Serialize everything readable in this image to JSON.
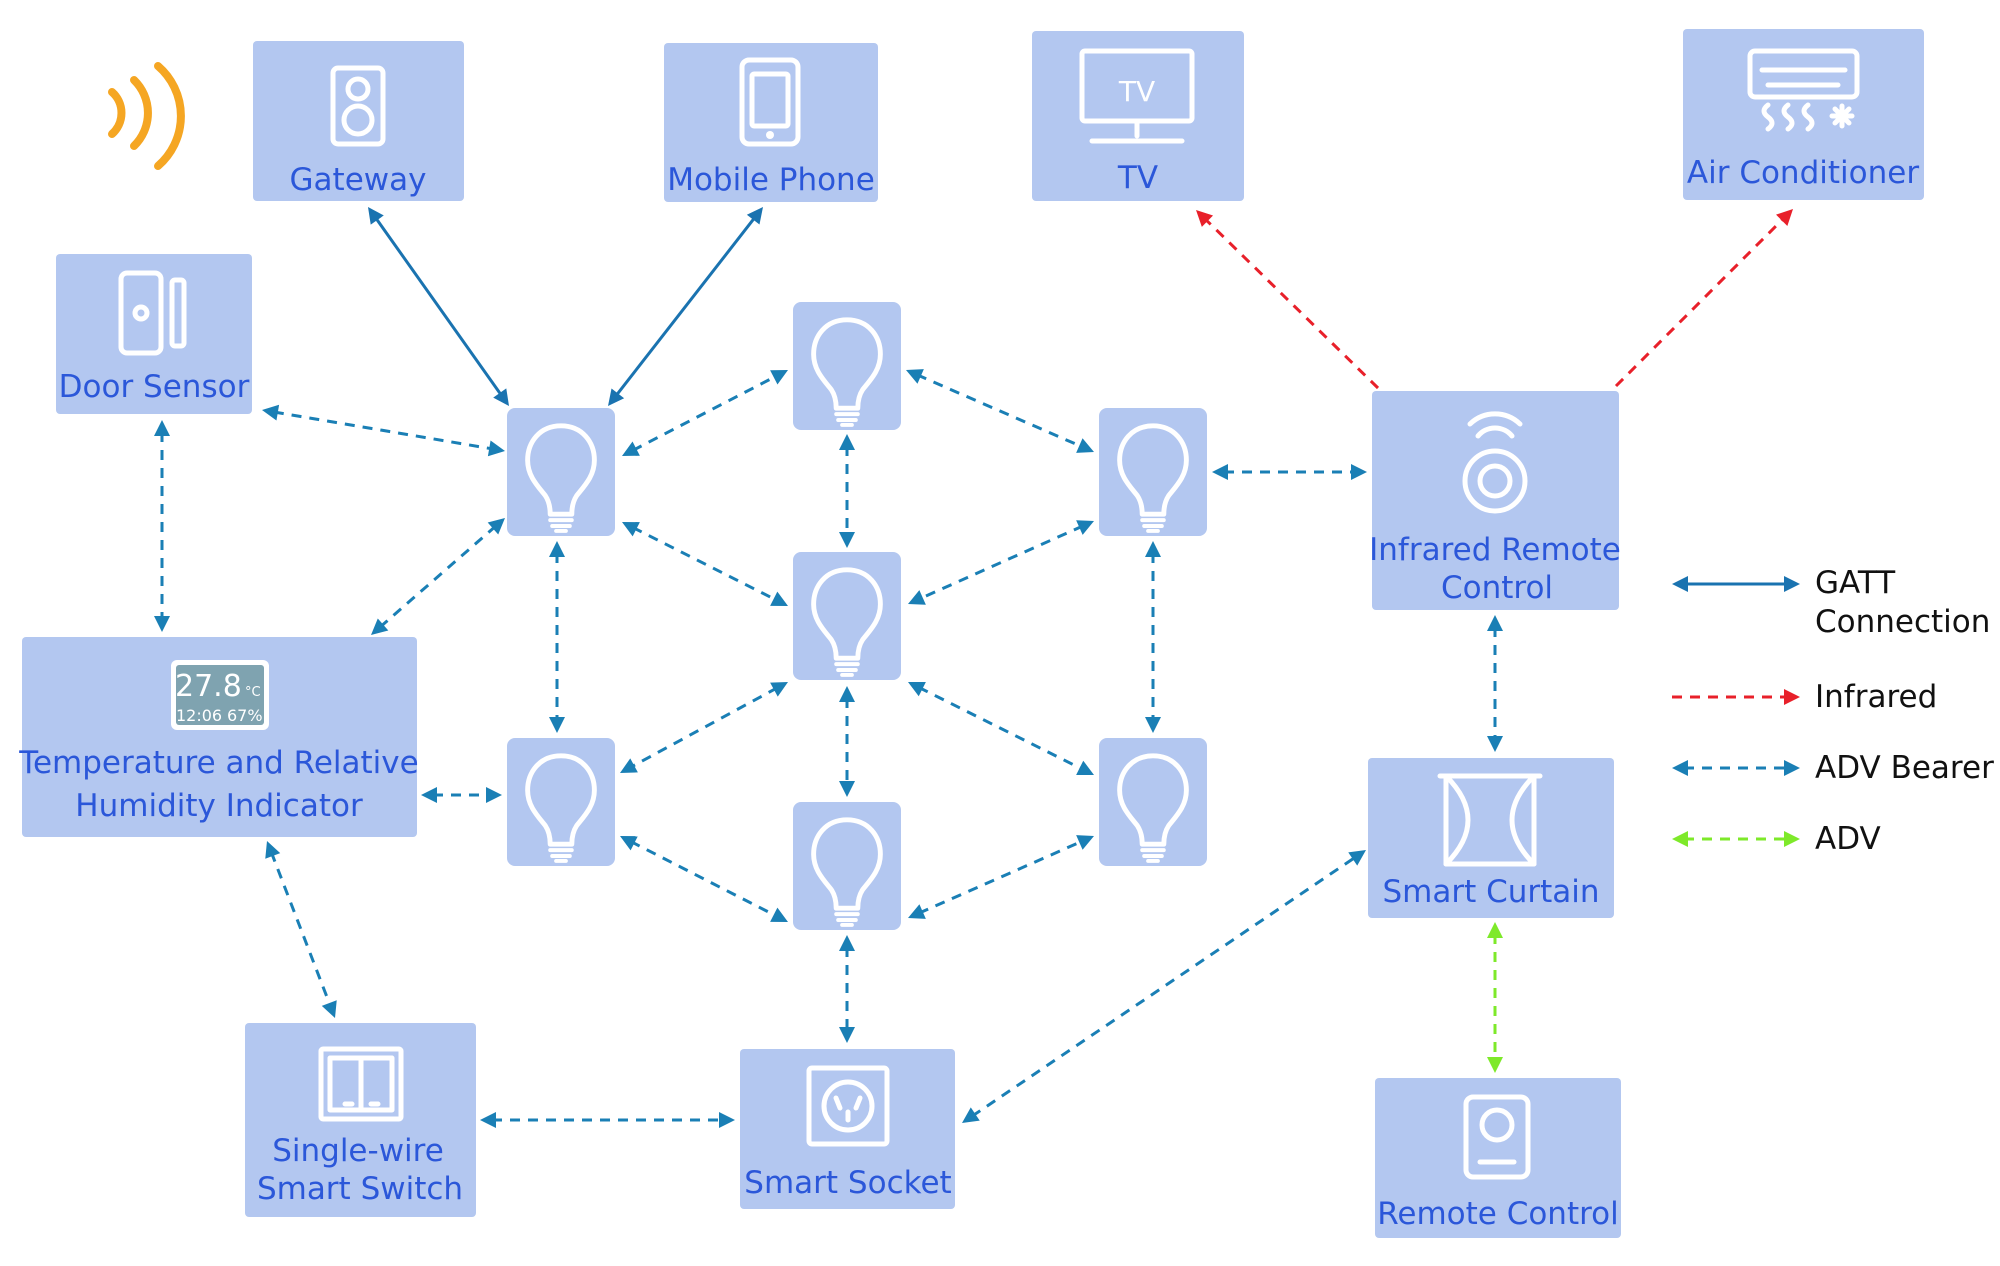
{
  "diagram": {
    "nodes": {
      "gateway": {
        "label": "Gateway"
      },
      "mobile_phone": {
        "label": "Mobile Phone"
      },
      "tv": {
        "label": "TV",
        "icon_text": "TV"
      },
      "air_conditioner": {
        "label": "Air Conditioner"
      },
      "door_sensor": {
        "label": "Door Sensor"
      },
      "infrared_remote": {
        "label_line1": "Infrared Remote",
        "label_line2": "Control"
      },
      "temp_humidity": {
        "label_line1": "Temperature and Relative",
        "label_line2": "Humidity Indicator",
        "display_temp": "27.8",
        "display_unit": "°C",
        "display_time": "12:06",
        "display_humidity": "67%"
      },
      "smart_curtain": {
        "label": "Smart Curtain"
      },
      "single_wire_switch": {
        "label_line1": "Single-wire",
        "label_line2": "Smart Switch"
      },
      "smart_socket": {
        "label": "Smart Socket"
      },
      "remote_control": {
        "label": "Remote Control"
      }
    },
    "bulbs": [
      "bulb-1",
      "bulb-2",
      "bulb-3",
      "bulb-4",
      "bulb-5",
      "bulb-6",
      "bulb-7"
    ],
    "connections": [
      {
        "from": "gateway",
        "to": "bulb-1",
        "type": "GATT Connection"
      },
      {
        "from": "mobile_phone",
        "to": "bulb-1",
        "type": "GATT Connection"
      },
      {
        "from": "infrared_remote",
        "to": "tv",
        "type": "Infrared"
      },
      {
        "from": "infrared_remote",
        "to": "air_conditioner",
        "type": "Infrared"
      },
      {
        "from": "door_sensor",
        "to": "bulb-1",
        "type": "ADV Bearer"
      },
      {
        "from": "door_sensor",
        "to": "temp_humidity",
        "type": "ADV Bearer"
      },
      {
        "from": "bulb-1",
        "to": "temp_humidity",
        "type": "ADV Bearer"
      },
      {
        "from": "bulb-1",
        "to": "bulb-2",
        "type": "ADV Bearer"
      },
      {
        "from": "bulb-1",
        "to": "bulb-4",
        "type": "ADV Bearer"
      },
      {
        "from": "bulb-1",
        "to": "bulb-5",
        "type": "ADV Bearer"
      },
      {
        "from": "bulb-2",
        "to": "bulb-3",
        "type": "ADV Bearer"
      },
      {
        "from": "bulb-2",
        "to": "bulb-4",
        "type": "ADV Bearer"
      },
      {
        "from": "bulb-3",
        "to": "infrared_remote",
        "type": "ADV Bearer"
      },
      {
        "from": "bulb-3",
        "to": "bulb-4",
        "type": "ADV Bearer"
      },
      {
        "from": "bulb-3",
        "to": "bulb-6",
        "type": "ADV Bearer"
      },
      {
        "from": "bulb-4",
        "to": "bulb-5",
        "type": "ADV Bearer"
      },
      {
        "from": "bulb-4",
        "to": "bulb-6",
        "type": "ADV Bearer"
      },
      {
        "from": "bulb-4",
        "to": "bulb-7",
        "type": "ADV Bearer"
      },
      {
        "from": "temp_humidity",
        "to": "bulb-5",
        "type": "ADV Bearer"
      },
      {
        "from": "bulb-5",
        "to": "bulb-7",
        "type": "ADV Bearer"
      },
      {
        "from": "bulb-7",
        "to": "bulb-6",
        "type": "ADV Bearer"
      },
      {
        "from": "bulb-7",
        "to": "smart_socket",
        "type": "ADV Bearer"
      },
      {
        "from": "temp_humidity",
        "to": "single_wire_switch",
        "type": "ADV Bearer"
      },
      {
        "from": "single_wire_switch",
        "to": "smart_socket",
        "type": "ADV Bearer"
      },
      {
        "from": "smart_socket",
        "to": "smart_curtain",
        "type": "ADV Bearer"
      },
      {
        "from": "infrared_remote",
        "to": "smart_curtain",
        "type": "ADV Bearer"
      },
      {
        "from": "smart_curtain",
        "to": "remote_control",
        "type": "ADV"
      }
    ]
  },
  "legend": {
    "gatt_line1": "GATT",
    "gatt_line2": "Connection",
    "infrared": "Infrared",
    "adv_bearer": "ADV Bearer",
    "adv": "ADV"
  },
  "colors": {
    "node_fill": "#b3c7f0",
    "label_text": "#2b57d9",
    "gatt_line": "#1a73b0",
    "infrared_line": "#e8202a",
    "adv_bearer_line": "#1a7fb5",
    "adv_line": "#7ee92a",
    "wireless_signal": "#f5a623"
  },
  "icons": [
    "wireless-signal-icon",
    "speaker-icon",
    "phone-icon",
    "tv-icon",
    "air-conditioner-icon",
    "door-sensor-icon",
    "lightbulb-icon",
    "infrared-remote-icon",
    "lcd-display-icon",
    "curtain-icon",
    "switch-icon",
    "socket-icon",
    "remote-icon"
  ]
}
